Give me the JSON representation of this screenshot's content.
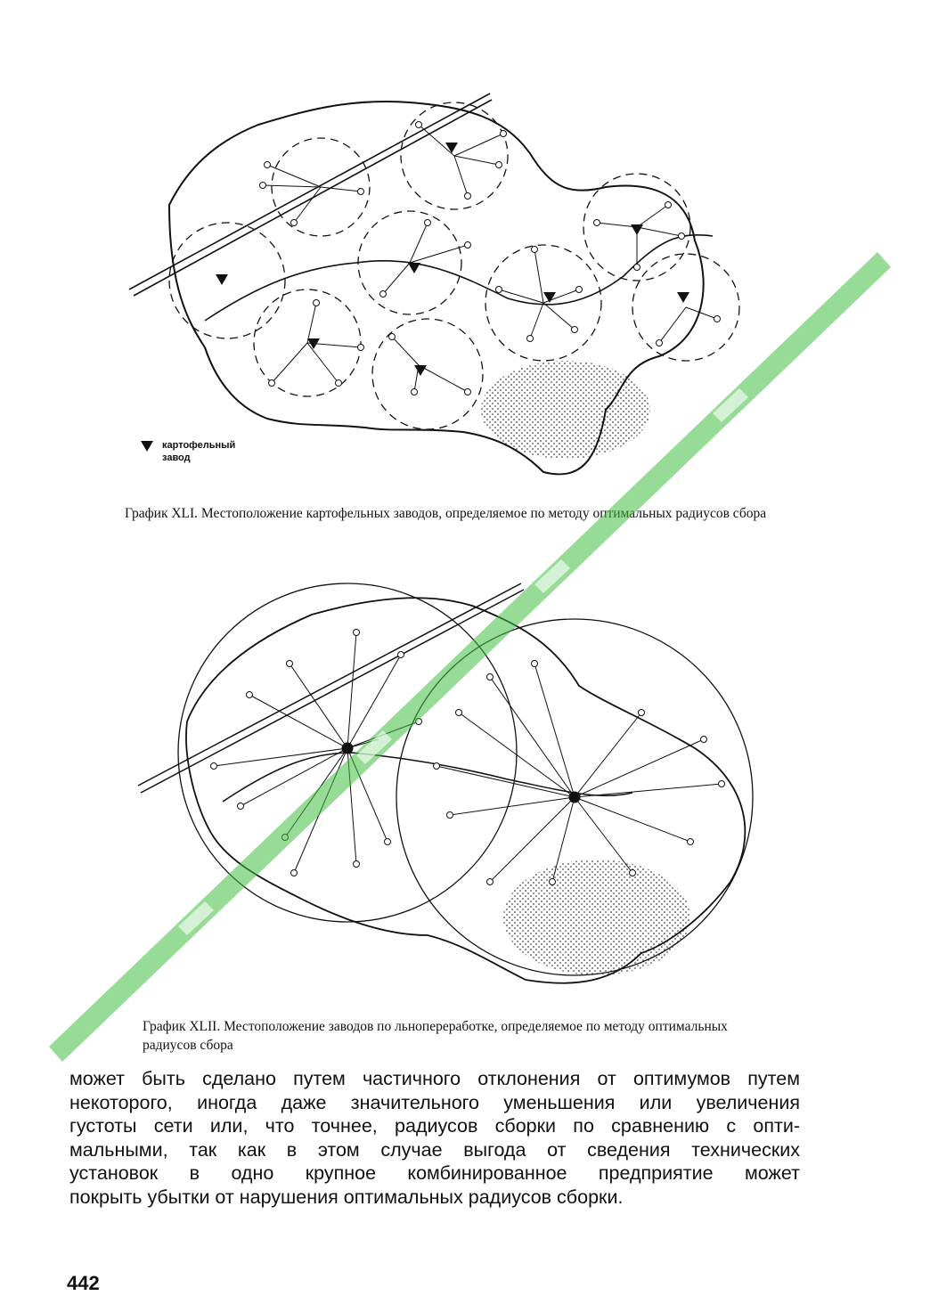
{
  "legend": {
    "symbol": "triangle-down-icon",
    "label": "картофельный завод"
  },
  "captions": {
    "fig1": "График XLI. Местоположение картофельных заводов, определяемое по методу оптимальных радиусов сбора",
    "fig2": "График XLII. Местоположение заводов по льнопереработке, определяемое по методу оптимальных радиусов сбора"
  },
  "body": {
    "lines": [
      "может быть сделано путем частичного отклонения от оптимумов путем",
      "некоторого, иногда даже значительного уменьшения или увеличения",
      "густоты сети или, что точнее, радиусов сборки по сравнению с опти-",
      "мальными, так как в этом случае выгода от сведения технических",
      "установок в одно крупное комбинированное предприятие может",
      "покрыть убытки от нарушения оптимальных радиусов сборки."
    ]
  },
  "page_number": "442",
  "colors": {
    "ink": "#111111",
    "watermark": "#3fbf3f"
  }
}
